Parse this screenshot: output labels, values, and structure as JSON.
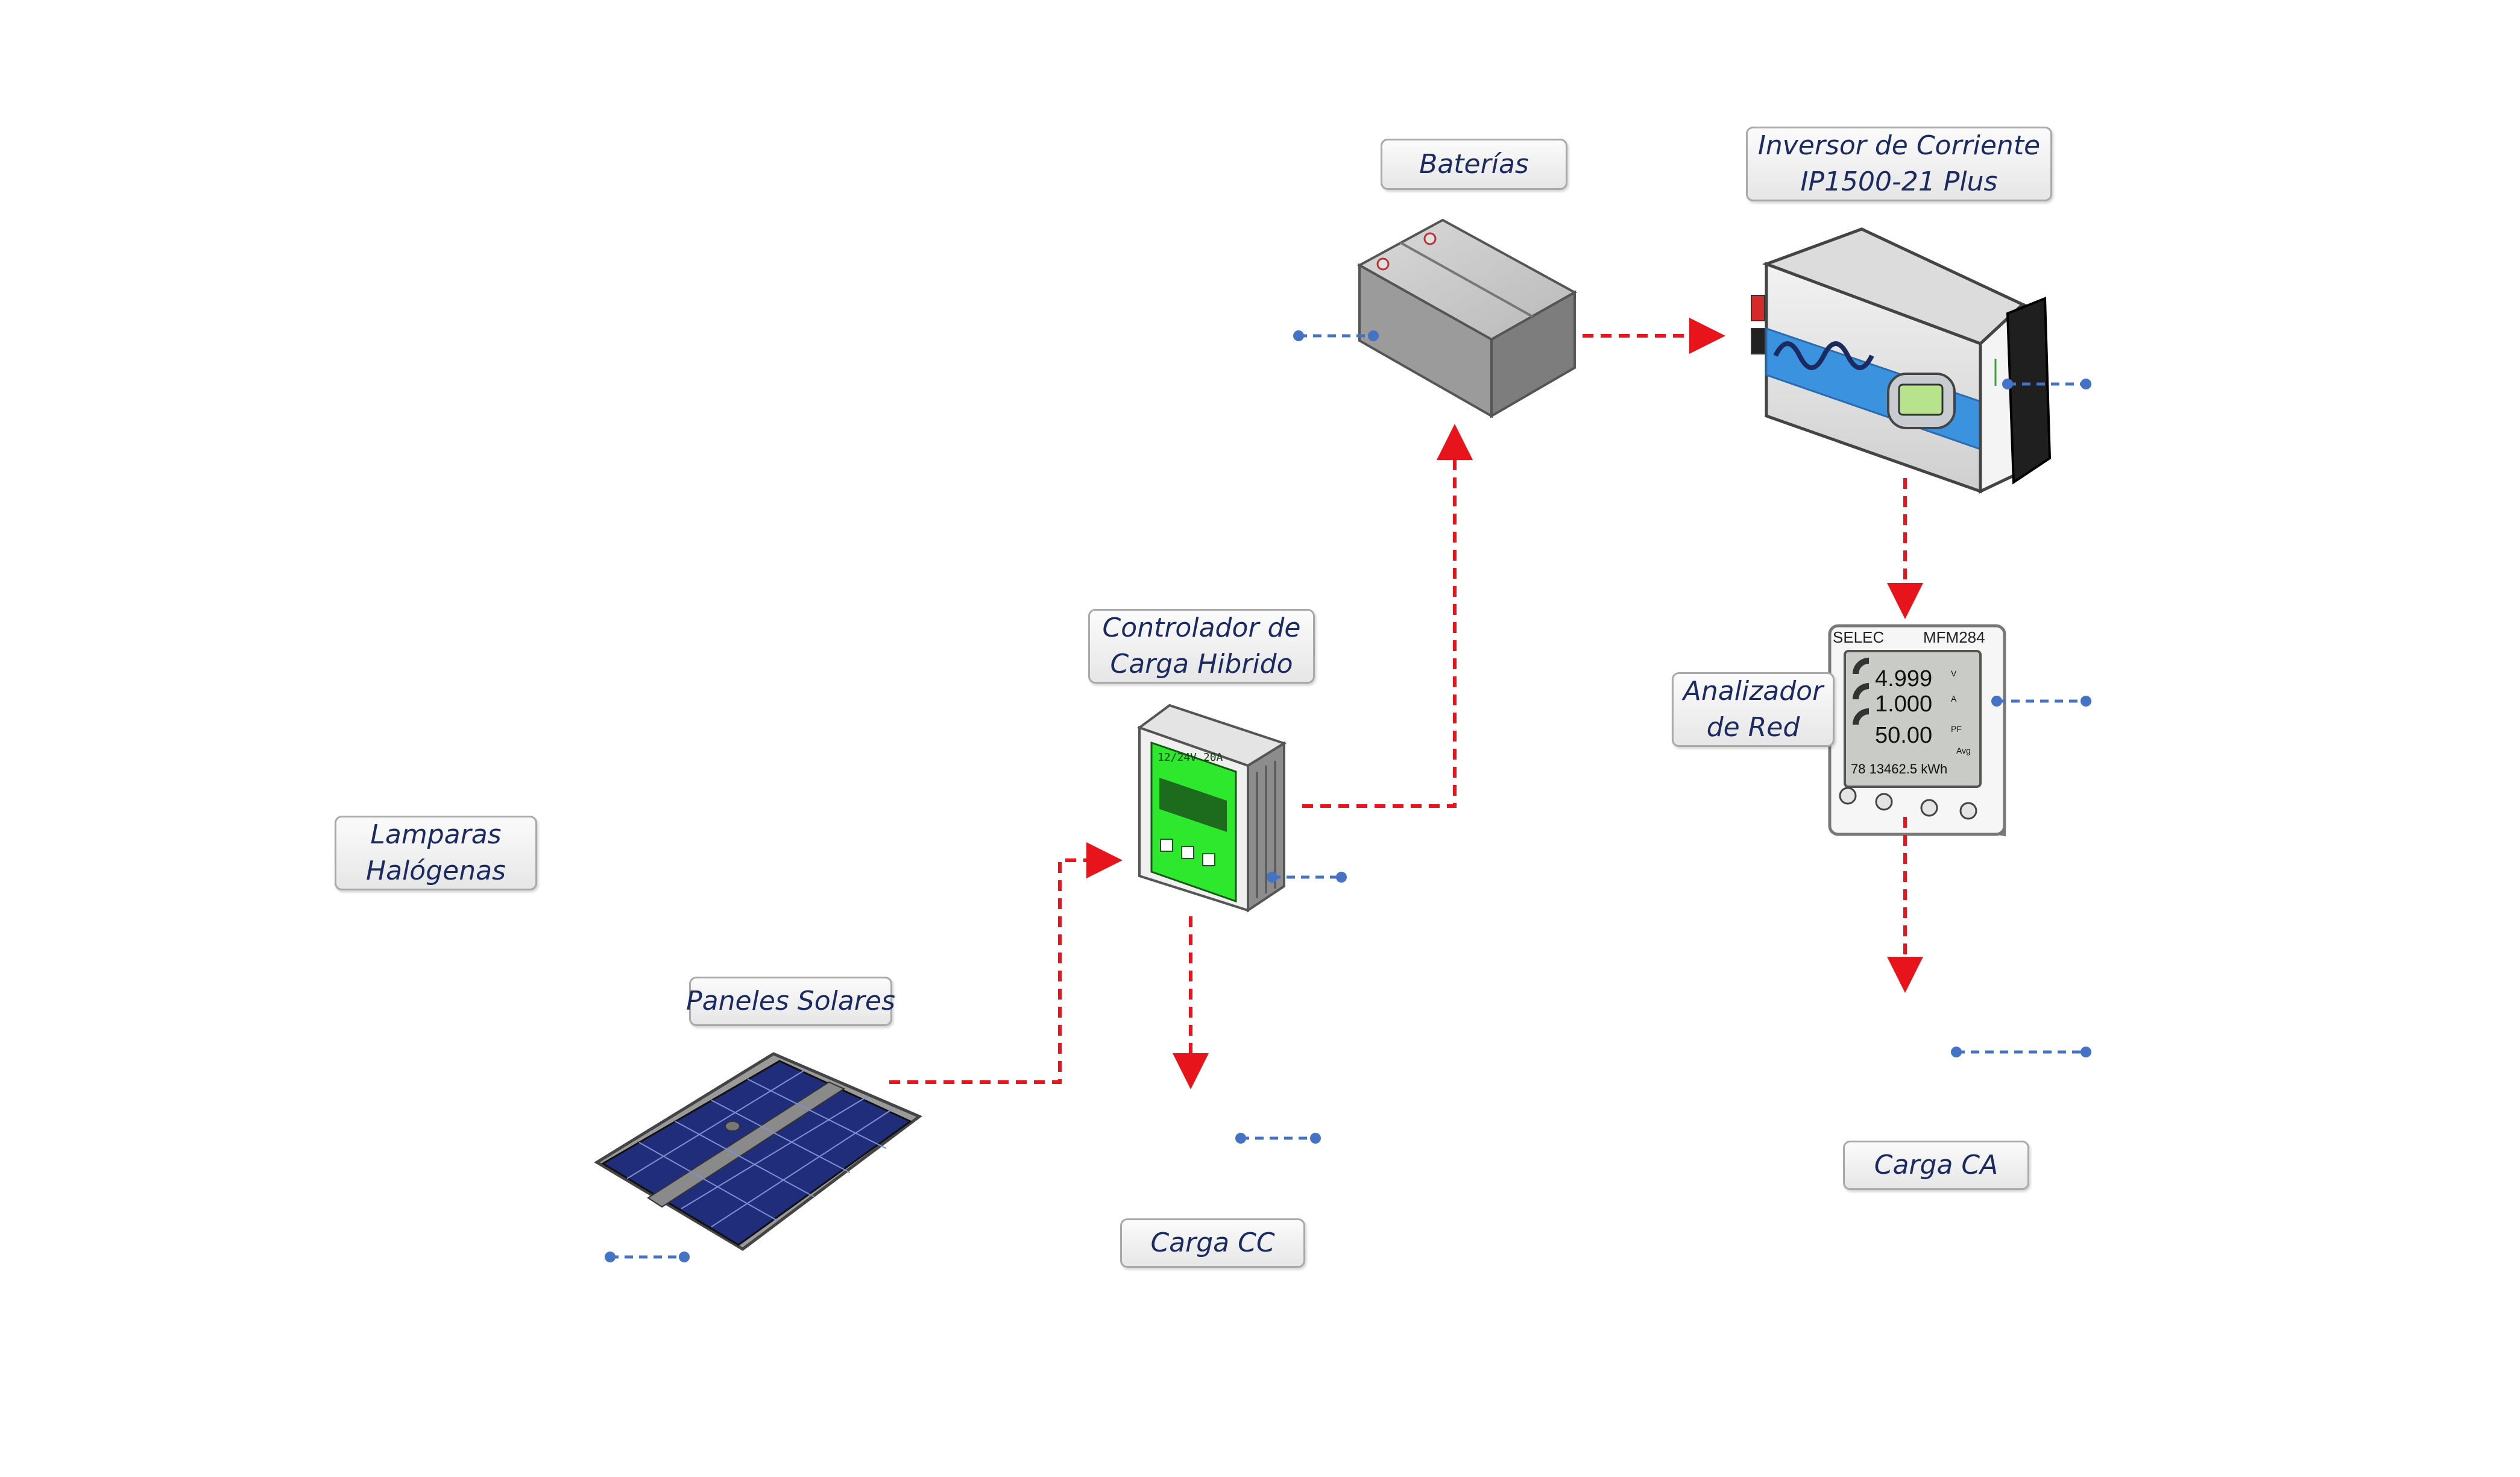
{
  "labels": {
    "baterias": [
      "Baterías"
    ],
    "inversor": [
      "Inversor de Corriente",
      "IP1500-21 Plus"
    ],
    "controlador": [
      "Controlador de",
      "Carga Hibrido"
    ],
    "analizador": [
      "Analizador",
      "de Red"
    ],
    "lamparas": [
      "Lamparas",
      "Halógenas"
    ],
    "paneles": [
      "Paneles Solares"
    ],
    "carga_cc": [
      "Carga CC"
    ],
    "carga_ca": [
      "Carga CA"
    ]
  },
  "controller_display": {
    "top_text": "12/24V 20A"
  },
  "inverter_display": {
    "brand_wave": "∿∿∿∿"
  },
  "meter_display": {
    "brand": "SELEC",
    "model": "MFM284",
    "readings": [
      {
        "value": "4.999",
        "unit": "V"
      },
      {
        "value": "1.000",
        "unit": "A"
      },
      {
        "value": "50.00",
        "unit": "PF"
      }
    ],
    "avg_label": "Avg",
    "energy": "78  13462.5 kWh"
  },
  "colors": {
    "flow_arrow": "#e8141b",
    "connector": "#4472c4",
    "label_text": "#1b2a60",
    "controller_green": "#2ee82e",
    "inverter_band": "#3b93e0"
  }
}
